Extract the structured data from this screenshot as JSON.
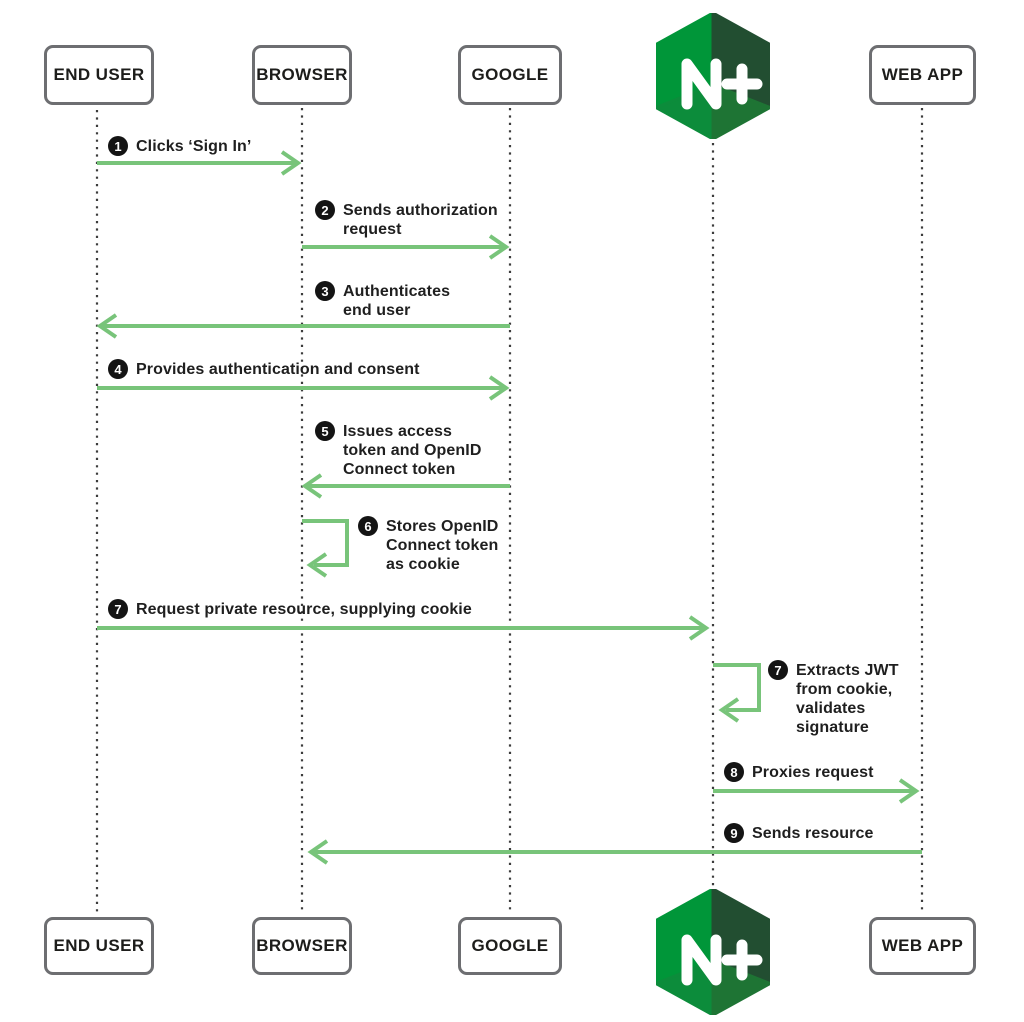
{
  "actors": [
    {
      "id": "end-user",
      "label": "END USER"
    },
    {
      "id": "browser",
      "label": "BROWSER"
    },
    {
      "id": "google",
      "label": "GOOGLE"
    },
    {
      "id": "nginx-plus",
      "label": "N+"
    },
    {
      "id": "web-app",
      "label": "WEB APP"
    }
  ],
  "messages": [
    {
      "num": "1",
      "text": "Clicks ‘Sign In’"
    },
    {
      "num": "2",
      "text": "Sends authorization\nrequest"
    },
    {
      "num": "3",
      "text": "Authenticates\nend user"
    },
    {
      "num": "4",
      "text": "Provides authentication and consent"
    },
    {
      "num": "5",
      "text": "Issues access\ntoken and OpenID\nConnect token"
    },
    {
      "num": "6",
      "text": "Stores OpenID\nConnect token\nas cookie"
    },
    {
      "num": "7",
      "text": "Request private resource, supplying cookie"
    },
    {
      "num": "7",
      "text": "Extracts JWT\nfrom cookie,\nvalidates\nsignature"
    },
    {
      "num": "8",
      "text": "Proxies request"
    },
    {
      "num": "9",
      "text": "Sends resource"
    }
  ],
  "colors": {
    "arrow_green": "#78c47a",
    "lifeline": "#3c3c3c",
    "box_border": "#6d6e71",
    "logo_bright": "#009639",
    "logo_dark": "#224e31",
    "logo_mid_left": "#0c8c3b",
    "logo_mid_right": "#1e7434",
    "badge_bg": "#141414",
    "text": "#1f1f1f"
  }
}
